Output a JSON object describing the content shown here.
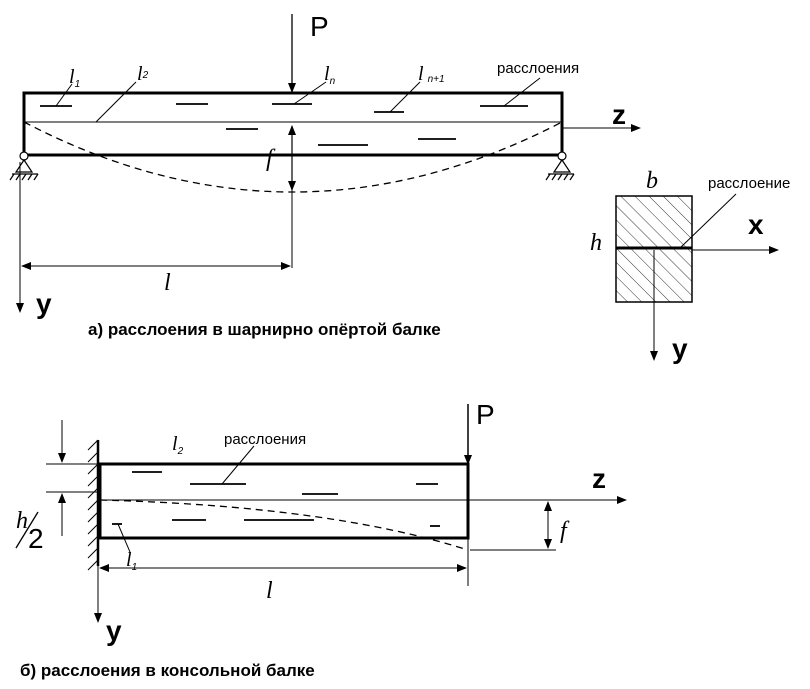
{
  "top": {
    "force": "P",
    "axis_z": "z",
    "axis_y": "y",
    "deflection": "f",
    "length": "l",
    "seg_l1": "l",
    "seg_l1_sub": "1",
    "seg_l2": "l",
    "seg_l2_sub": "2",
    "seg_ln": "l",
    "seg_ln_sub": "n",
    "seg_ln1": "l",
    "seg_ln1_sub": "n+1",
    "delam_label": "расслоения",
    "caption": "а) расслоения в шарнирно опёртой балке"
  },
  "section": {
    "width": "b",
    "height": "h",
    "axis_x": "x",
    "axis_y": "y",
    "delam_label": "расслоение"
  },
  "bottom": {
    "force": "P",
    "axis_z": "z",
    "axis_y": "y",
    "deflection": "f",
    "length": "l",
    "half_h_num": "h",
    "half_h_den": "2",
    "seg_l1": "l",
    "seg_l1_sub": "1",
    "seg_l2": "l",
    "seg_l2_sub": "2",
    "delam_label": "расслоения",
    "caption": "б) расслоения в консольной балке"
  }
}
